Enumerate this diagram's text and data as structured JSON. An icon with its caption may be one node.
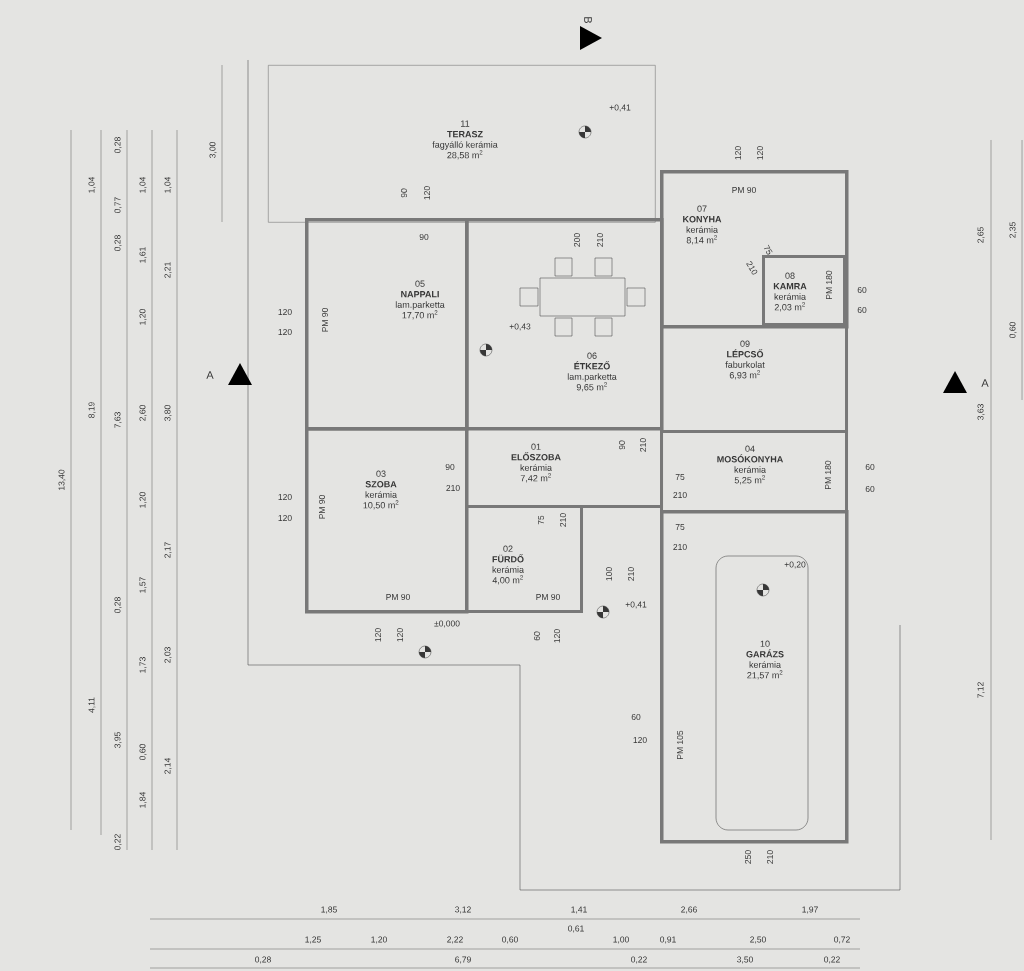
{
  "diagram": {
    "nodes": [
      {
        "text": [
          "11",
          "TERASZ",
          "fagyálló kerámia",
          "28,58 m$^{2}$"
        ]
      },
      {
        "text": [
          "07",
          "KONYHA",
          "kerámia",
          "8,14 m$^{2}$"
        ]
      },
      {
        "text": [
          "08",
          "KAMRA",
          "kerámia",
          "2,03 m$^{2}$"
        ],
        "in": 1
      },
      {
        "text": [
          "05",
          "NAPPALI",
          "lam.parketta",
          "17,70 m$^{2}$"
        ]
      },
      {
        "text": [
          "06",
          "ÉTKEZŐ",
          "lam.parketta",
          "9,65 m$^{2}$"
        ]
      },
      {
        "text": [
          "09",
          "LÉPCSŐ",
          "faburkolat",
          "6,93 m$^{2}$"
        ]
      },
      {
        "text": [
          "01",
          "ELŐSZOBA",
          "kerámia",
          "7,42 m$^{2}$"
        ]
      },
      {
        "text": [
          "03",
          "SZOBA",
          "kerámia",
          "10,50 m$^{2}$"
        ]
      },
      {
        "text": [
          "04",
          "MOSÓKONYHA",
          "kerámia",
          "5,25 m$^{2}$"
        ]
      },
      {
        "text": [
          "02",
          "FÜRDŐ",
          "kerámia",
          "4,00 m$^{2}$"
        ]
      },
      {
        "text": [
          "10",
          "GARÁZS",
          "kerámia",
          "21,57 m$^{2}$"
        ]
      }
    ],
    "labels": [
      "B",
      "+0,41",
      "0,28",
      "3,00",
      "120",
      "120",
      "1,04",
      "0,77",
      "1,04",
      "1,04",
      "90",
      "120",
      "PM 90",
      "0,28",
      "1,61",
      "2,21",
      "90",
      "200",
      "210",
      "210",
      "75",
      "2,65",
      "2,35",
      "1,20",
      "120",
      "PM 90",
      "PM 180",
      "60",
      "120",
      "+0,43",
      "60",
      "0,60",
      "A",
      "A",
      "8,19",
      "7,63",
      "2,60",
      "3,80",
      "3,63",
      "13,40",
      "90",
      "90",
      "210",
      "75",
      "PM 180",
      "60",
      "1,20",
      "120",
      "PM 90",
      "210",
      "210",
      "60",
      "120",
      "75",
      "210",
      "75",
      "2,17",
      "100",
      "210",
      "210",
      "+0,20",
      "0,28",
      "1,57",
      "PM 90",
      "PM 90",
      "+0,41",
      "120",
      "120",
      "±0,000",
      "60",
      "120",
      "1,73",
      "2,03",
      "4,11",
      "7,12",
      "60",
      "3,95",
      "0,60",
      "2,14",
      "120",
      "PM 105",
      "1,84",
      "0,22",
      "250",
      "210",
      "1,85",
      "3,12",
      "1,41",
      "2,66",
      "1,97",
      "0,61",
      "1,25",
      "1,20",
      "2,22",
      "0,60",
      "1,00",
      "0,91",
      "2,50",
      "0,72",
      "0,28",
      "6,79",
      "0,22",
      "3,50",
      "0,22"
    ]
  }
}
